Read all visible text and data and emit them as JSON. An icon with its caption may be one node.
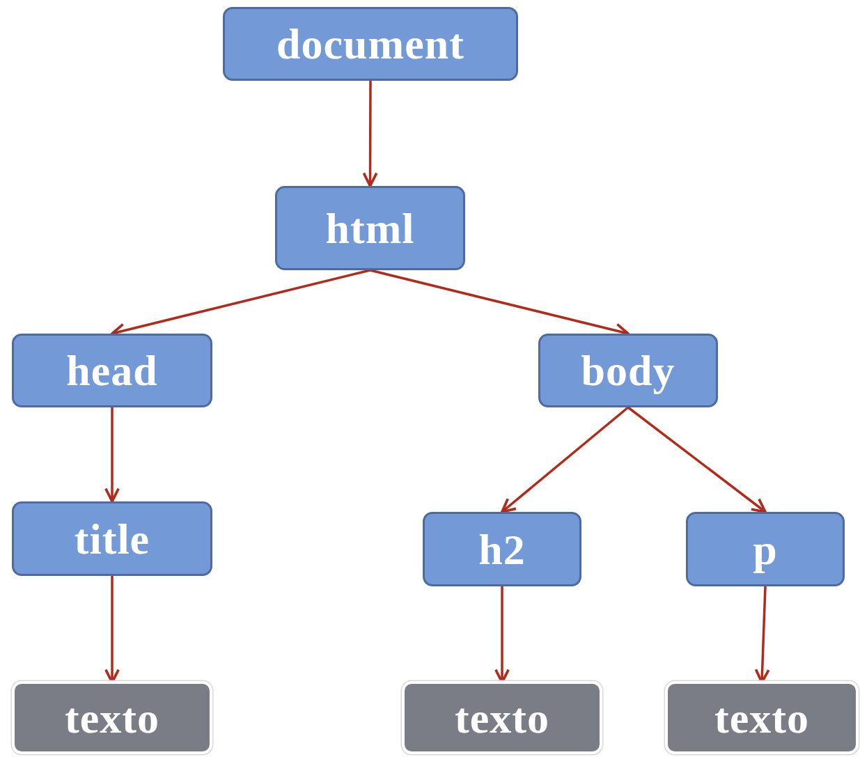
{
  "diagram": {
    "nodes": [
      {
        "text": [
          "document"
        ]
      },
      {
        "text": [
          "html"
        ]
      },
      {
        "text": [
          "head"
        ]
      },
      {
        "text": [
          "body"
        ]
      },
      {
        "text": [
          "title"
        ]
      },
      {
        "text": [
          "h2"
        ]
      },
      {
        "text": [
          "p"
        ]
      },
      {
        "text": [
          "texto"
        ]
      },
      {
        "text": [
          "texto"
        ]
      },
      {
        "text": [
          "texto"
        ]
      }
    ],
    "edges": [
      {
        "from": 0,
        "to": 1,
        "arrow": "to"
      },
      {
        "from": 1,
        "to": 2,
        "arrow": "to"
      },
      {
        "from": 1,
        "to": 3,
        "arrow": "to"
      },
      {
        "from": 2,
        "to": 4,
        "arrow": "to"
      },
      {
        "from": 3,
        "to": 5,
        "arrow": "to"
      },
      {
        "from": 3,
        "to": 6,
        "arrow": "to"
      },
      {
        "from": 4,
        "to": 7,
        "arrow": "to"
      },
      {
        "from": 5,
        "to": 8,
        "arrow": "to"
      },
      {
        "from": 6,
        "to": 9,
        "arrow": "to"
      }
    ]
  }
}
